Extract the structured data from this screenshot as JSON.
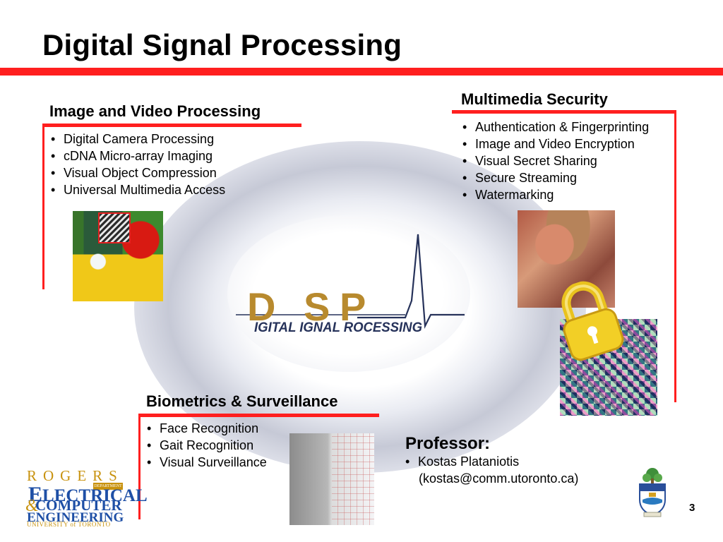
{
  "slide": {
    "title": "Digital Signal Processing",
    "page_number": "3"
  },
  "dsp_logo": {
    "wordmark": "IGITAL IGNAL ROCESSING"
  },
  "sections": {
    "image_video": {
      "heading": "Image and Video Processing",
      "items": [
        "Digital Camera Processing",
        "cDNA Micro-array Imaging",
        "Visual Object Compression",
        "Universal Multimedia Access"
      ]
    },
    "multimedia_security": {
      "heading": "Multimedia Security",
      "items": [
        "Authentication & Fingerprinting",
        "Image and Video Encryption",
        "Visual Secret Sharing",
        "Secure Streaming",
        "Watermarking"
      ]
    },
    "biometrics": {
      "heading": "Biometrics & Surveillance",
      "items": [
        "Face Recognition",
        "Gait Recognition",
        "Visual Surveillance"
      ]
    },
    "professor": {
      "heading": "Professor:",
      "name": "Kostas Plataniotis",
      "email": "(kostas@comm.utoronto.ca)"
    }
  },
  "ece_logo": {
    "line_top": "ROGERS",
    "dept": "DEPARTMENT OF",
    "line1": "LECTRICAL",
    "amp": "&",
    "line2": "COMPUTER",
    "line3": "ENGINEERING",
    "line4": "UNIVERSITY of TORONTO"
  },
  "colors": {
    "accent_red": "#ff1f1f",
    "logo_gold": "#c8920e",
    "logo_blue": "#1e4fa6",
    "dsp_gold": "#b88a2e",
    "dsp_navy": "#26325a"
  }
}
